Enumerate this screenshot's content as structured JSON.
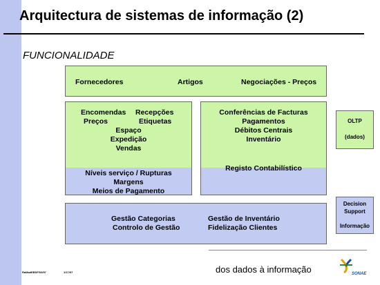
{
  "title": "Arquitectura de sistemas de informação (2)",
  "section": "FUNCIONALIDADE",
  "top_box": {
    "items": [
      "Fornecedores",
      "Artigos",
      "Negociações - Preços"
    ]
  },
  "left_box": {
    "row1": [
      "Encomendas",
      "Recepções"
    ],
    "row2": [
      "Preços",
      "Etiquetas"
    ],
    "lines": [
      "Espaço",
      "Expedição",
      "Vendas"
    ],
    "lower": [
      "Níveis serviço / Rupturas",
      "Margens",
      "Meios de Pagamento"
    ]
  },
  "right_box": {
    "lines": [
      "Conferências de Facturas",
      "Pagamentos",
      "Débitos Centrais",
      "Inventário"
    ],
    "lower": "Registo Contabilístico"
  },
  "bottom_box": {
    "col1": [
      "Gestão Categorias",
      "Controlo de Gestão"
    ],
    "col2": [
      "Gestão de Inventário",
      "Fidelização Clientes"
    ]
  },
  "oltp": {
    "label": "OLTP",
    "sub": "(dados)"
  },
  "decision": {
    "line1": "Decision",
    "line2": "Support",
    "sub": "Informação"
  },
  "footer": {
    "tagline": "dos dados à informação",
    "code1": "RaMadEBSF/03/97",
    "code2": "1/17/97",
    "brand": "SONAE"
  },
  "colors": {
    "green": "#ccf5a8",
    "blue": "#c2ccf2",
    "band": "#bcc6ef"
  }
}
